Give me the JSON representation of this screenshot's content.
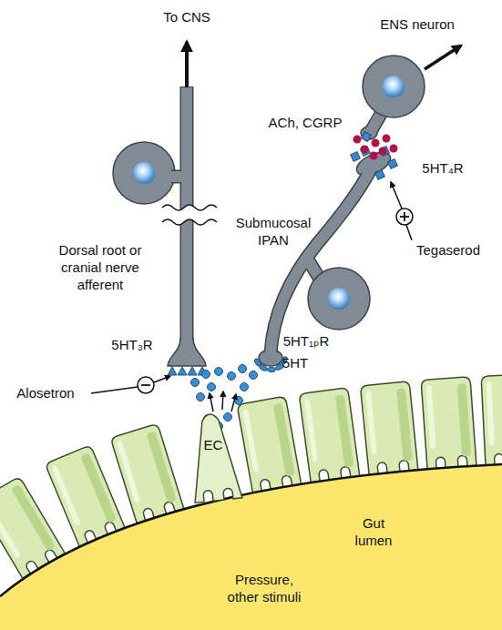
{
  "diagram": {
    "nodes": [
      {
        "text": [
          "EC"
        ]
      },
      {
        "text": [
          "Gut lumen",
          "Pressure, other stimuli"
        ]
      }
    ],
    "labels": [
      "To CNS",
      "ENS neuron",
      "ACh, CGRP",
      "5HT₄R",
      "Tegaserod",
      "Submucosal IPAN",
      "Dorsal root or cranial nerve afferent",
      "5HT₃R",
      "Alosetron",
      "5HT₁ₚR",
      "5HT"
    ]
  }
}
